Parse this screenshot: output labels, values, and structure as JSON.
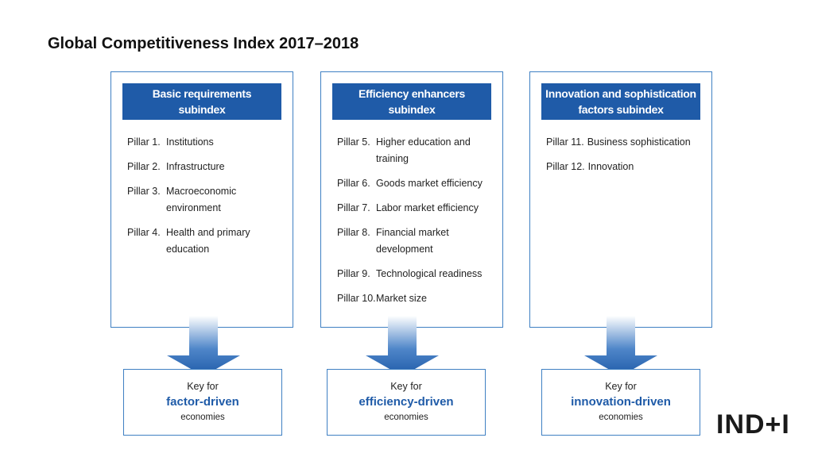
{
  "title": "Global Competitiveness Index 2017–2018",
  "subindexes": [
    {
      "header_line1": "Basic requirements",
      "header_line2": "subindex",
      "pillars": [
        {
          "num": "Pillar 1.",
          "name": "Institutions"
        },
        {
          "num": "Pillar 2.",
          "name": "Infrastructure"
        },
        {
          "num": "Pillar 3.",
          "name": "Macroeconomic environment"
        },
        {
          "num": "Pillar 4.",
          "name": "Health and primary education"
        }
      ],
      "key": {
        "line1": "Key for",
        "line2": "factor-driven",
        "line3": "economies"
      }
    },
    {
      "header_line1": "Efficiency enhancers",
      "header_line2": "subindex",
      "pillars": [
        {
          "num": "Pillar 5.",
          "name": "Higher education and training"
        },
        {
          "num": "Pillar 6.",
          "name": "Goods market efficiency"
        },
        {
          "num": "Pillar 7.",
          "name": "Labor market efficiency"
        },
        {
          "num": "Pillar 8.",
          "name": "Financial market development"
        },
        {
          "num": "Pillar 9.",
          "name": "Technological readiness"
        },
        {
          "num": "Pillar 10.",
          "name": "Market size"
        }
      ],
      "key": {
        "line1": "Key for",
        "line2": "efficiency-driven",
        "line3": "economies"
      }
    },
    {
      "header_line1": "Innovation and sophistication",
      "header_line2": "factors subindex",
      "pillars": [
        {
          "num": "Pillar 11.",
          "name": "Business sophistication"
        },
        {
          "num": "Pillar 12.",
          "name": "Innovation"
        }
      ],
      "key": {
        "line1": "Key for",
        "line2": "innovation-driven",
        "line3": "economies"
      }
    }
  ],
  "logo": "IND+I",
  "colors": {
    "header_blue": "#1f5ba8",
    "border_blue": "#3f80c3",
    "arrow_blue": "#1f5ba8"
  }
}
